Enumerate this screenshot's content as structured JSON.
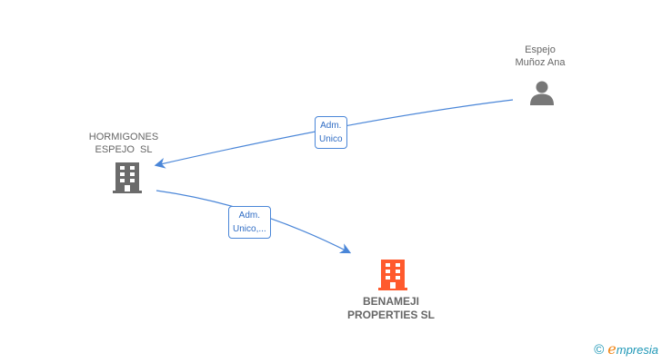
{
  "nodes": {
    "person": {
      "label": "Espejo\nMuñoz Ana",
      "type": "person",
      "color": "#666666"
    },
    "hormigones": {
      "label": "HORMIGONES\nESPEJO  SL",
      "type": "company",
      "color": "#666666"
    },
    "benameji": {
      "label": "BENAMEJI\nPROPERTIES SL",
      "type": "company",
      "color": "#ff5a2d",
      "highlighted": true
    }
  },
  "edges": [
    {
      "from": "person",
      "to": "hormigones",
      "label": "Adm.\nUnico"
    },
    {
      "from": "hormigones",
      "to": "benameji",
      "label": "Adm.\nUnico,..."
    }
  ],
  "colors": {
    "edge": "#4a86d8",
    "accent": "#ff5a2d"
  },
  "branding": {
    "copyright": "©",
    "e": "e",
    "name": "mpresia"
  }
}
